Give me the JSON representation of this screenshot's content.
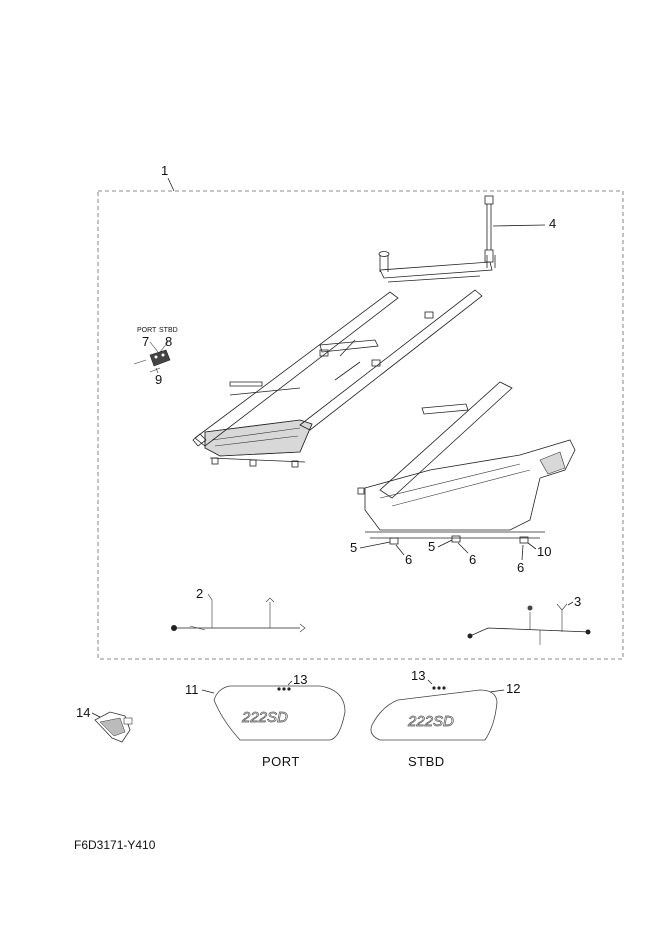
{
  "callouts": {
    "c1": "1",
    "c2": "2",
    "c3": "3",
    "c4": "4",
    "c5a": "5",
    "c5b": "5",
    "c6a": "6",
    "c6b": "6",
    "c6c": "6",
    "c7": "7",
    "c8": "8",
    "c9": "9",
    "c10": "10",
    "c11": "11",
    "c12": "12",
    "c13a": "13",
    "c13b": "13",
    "c14": "14"
  },
  "side_tags": {
    "port_small": "PORT",
    "stbd_small": "STBD"
  },
  "decal_text": {
    "port": "222SD",
    "stbd": "222SD"
  },
  "captions": {
    "port": "PORT",
    "stbd": "STBD"
  },
  "figure_code": "F6D3171-Y410"
}
